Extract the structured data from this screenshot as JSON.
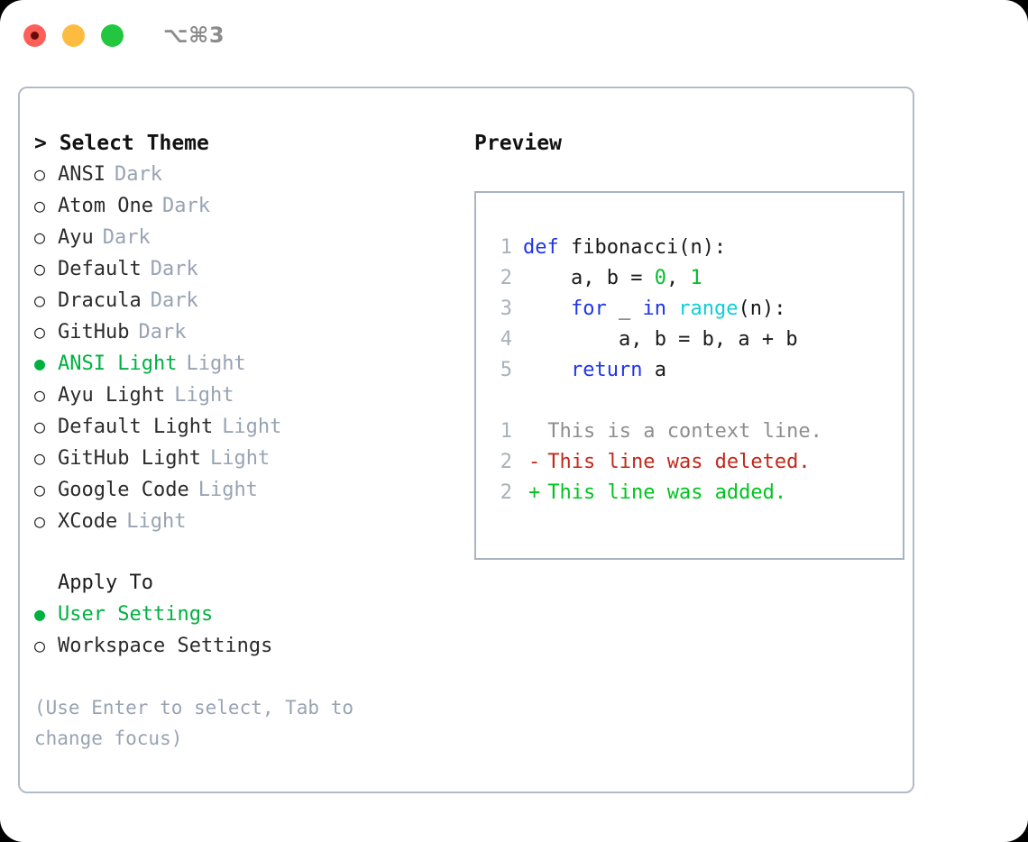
{
  "titlebar": {
    "shortcut": "⌥⌘3",
    "lights": [
      "red",
      "yellow",
      "green"
    ]
  },
  "theme_panel": {
    "heading": "> Select Theme",
    "items": [
      {
        "marker": "○",
        "selected": false,
        "label": "ANSI",
        "badge": "Dark"
      },
      {
        "marker": "○",
        "selected": false,
        "label": "Atom One",
        "badge": "Dark"
      },
      {
        "marker": "○",
        "selected": false,
        "label": "Ayu",
        "badge": "Dark"
      },
      {
        "marker": "○",
        "selected": false,
        "label": "Default",
        "badge": "Dark"
      },
      {
        "marker": "○",
        "selected": false,
        "label": "Dracula",
        "badge": "Dark"
      },
      {
        "marker": "○",
        "selected": false,
        "label": "GitHub",
        "badge": "Dark"
      },
      {
        "marker": "●",
        "selected": true,
        "label": "ANSI Light",
        "badge": "Light"
      },
      {
        "marker": "○",
        "selected": false,
        "label": "Ayu Light",
        "badge": "Light"
      },
      {
        "marker": "○",
        "selected": false,
        "label": "Default Light",
        "badge": "Light"
      },
      {
        "marker": "○",
        "selected": false,
        "label": "GitHub Light",
        "badge": "Light"
      },
      {
        "marker": "○",
        "selected": false,
        "label": "Google Code",
        "badge": "Light"
      },
      {
        "marker": "○",
        "selected": false,
        "label": "XCode",
        "badge": "Light"
      }
    ]
  },
  "apply_to": {
    "heading": "Apply To",
    "items": [
      {
        "marker": "●",
        "selected": true,
        "label": "User Settings"
      },
      {
        "marker": "○",
        "selected": false,
        "label": "Workspace Settings"
      }
    ]
  },
  "hint": "(Use Enter to select, Tab to change focus)",
  "preview": {
    "title": "Preview",
    "code_lines": [
      {
        "no": "1",
        "tokens": [
          {
            "t": "def",
            "c": "kw"
          },
          {
            "t": " fibonacci(n):",
            "c": "plain"
          }
        ]
      },
      {
        "no": "2",
        "tokens": [
          {
            "t": "    a, b = ",
            "c": "plain"
          },
          {
            "t": "0",
            "c": "num"
          },
          {
            "t": ", ",
            "c": "plain"
          },
          {
            "t": "1",
            "c": "num"
          }
        ]
      },
      {
        "no": "3",
        "tokens": [
          {
            "t": "    ",
            "c": "plain"
          },
          {
            "t": "for",
            "c": "kw"
          },
          {
            "t": " _ ",
            "c": "plain"
          },
          {
            "t": "in",
            "c": "kw"
          },
          {
            "t": " ",
            "c": "plain"
          },
          {
            "t": "range",
            "c": "fn"
          },
          {
            "t": "(n):",
            "c": "plain"
          }
        ]
      },
      {
        "no": "4",
        "tokens": [
          {
            "t": "        a, b = b, a + b",
            "c": "plain"
          }
        ]
      },
      {
        "no": "5",
        "tokens": [
          {
            "t": "    ",
            "c": "plain"
          },
          {
            "t": "return",
            "c": "kw"
          },
          {
            "t": " a",
            "c": "plain"
          }
        ]
      }
    ],
    "diff_lines": [
      {
        "no": "1",
        "sign": " ",
        "text": "This is a context line.",
        "kind": "ctx"
      },
      {
        "no": "2",
        "sign": "-",
        "text": "This line was deleted.",
        "kind": "del"
      },
      {
        "no": "2",
        "sign": "+",
        "text": "This line was added.",
        "kind": "add"
      }
    ]
  },
  "colors": {
    "accent_green": "#00b140",
    "badge_gray": "#98a3b3",
    "border": "#b2bcc8",
    "keyword_blue": "#1f35e8",
    "function_cyan": "#0ccfd8",
    "number_green": "#00bf29",
    "diff_delete_red": "#c3281a",
    "diff_add_green": "#00c41e",
    "diff_context_gray": "#8e8e8e"
  }
}
